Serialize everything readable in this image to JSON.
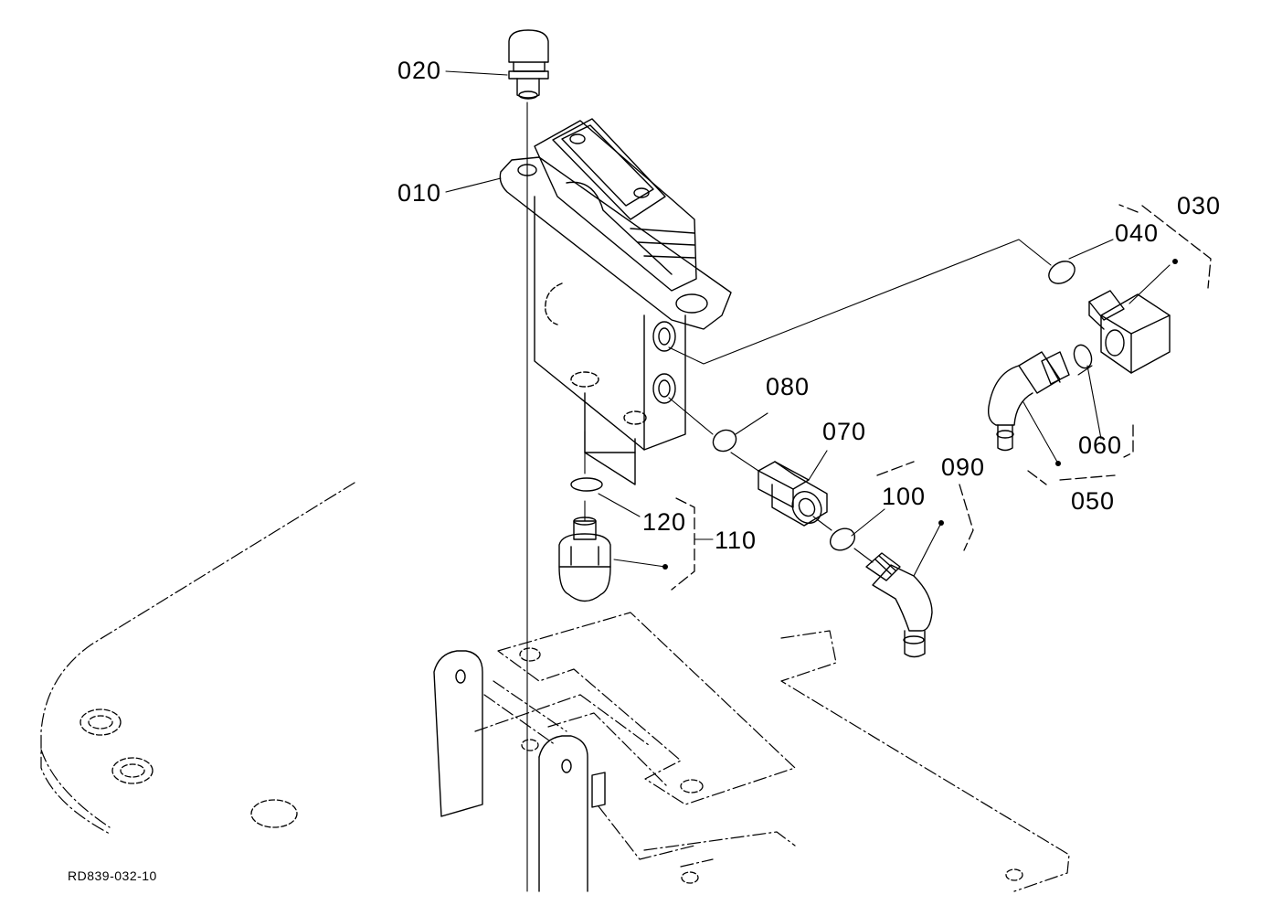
{
  "drawing_id": "RD839-032-10",
  "callouts": [
    {
      "id": "020",
      "text": "020"
    },
    {
      "id": "010",
      "text": "010"
    },
    {
      "id": "030",
      "text": "030"
    },
    {
      "id": "040",
      "text": "040"
    },
    {
      "id": "080",
      "text": "080"
    },
    {
      "id": "070",
      "text": "070"
    },
    {
      "id": "060",
      "text": "060"
    },
    {
      "id": "050",
      "text": "050"
    },
    {
      "id": "090",
      "text": "090"
    },
    {
      "id": "100",
      "text": "100"
    },
    {
      "id": "120",
      "text": "120"
    },
    {
      "id": "110",
      "text": "110"
    }
  ],
  "colors": {
    "line": "#000000",
    "background": "#ffffff"
  }
}
